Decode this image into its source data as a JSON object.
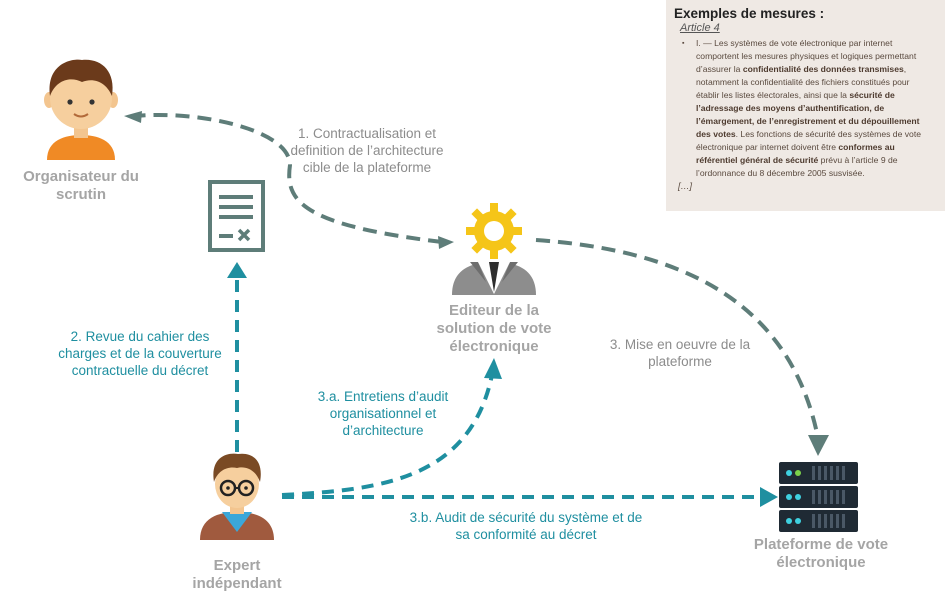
{
  "roles": {
    "organisateur": "Organisateur du scrutin",
    "editeur": "Editeur de la solution de vote électronique",
    "expert": "Expert indépendant",
    "plateforme": "Plateforme de vote électronique"
  },
  "steps": {
    "s1": "1. Contractualisation et definition de l’architecture cible de la plateforme",
    "s2": "2. Revue du cahier des charges et de la couverture contractuelle du décret",
    "s3": "3. Mise en oeuvre de la plateforme",
    "s3a": "3.a. Entretiens d’audit organisationnel et d’architecture",
    "s3b": "3.b. Audit de sécurité du système et de sa conformité au décret"
  },
  "mesures": {
    "title": "Exemples de mesures :",
    "subtitle": "Article 4",
    "bullet": "▪",
    "t1": "I. — Les systèmes de vote électronique par internet comportent les mesures physiques et logiques permettant d’assurer la ",
    "b1": "confidentialité des données transmises",
    "t2": ", notamment la confidentialité des fichiers constitués pour établir les listes électorales, ainsi que la ",
    "b2": "sécurité de l’adressage des moyens d’authentification, de l’émargement, de l’enregistrement et du dépouillement des votes",
    "t3": ". Les fonctions de sécurité des systèmes de vote électronique par internet doivent être ",
    "b3": "conformes au référentiel général de sécurité",
    "t4": " prévu à l’article 9 de l’ordonnance du 8 décembre 2005 susvisée.",
    "more": "[…]"
  },
  "colors": {
    "gray_arrow": "#5e7d79",
    "teal_arrow": "#1f8fa0",
    "role_text": "#a5a5a5",
    "box_bg": "#efe9e4"
  },
  "icons": {
    "organisateur": "person-icon",
    "document": "document-icon",
    "editeur": "gear-businessman-icon",
    "expert": "expert-person-icon",
    "server": "server-icon"
  }
}
